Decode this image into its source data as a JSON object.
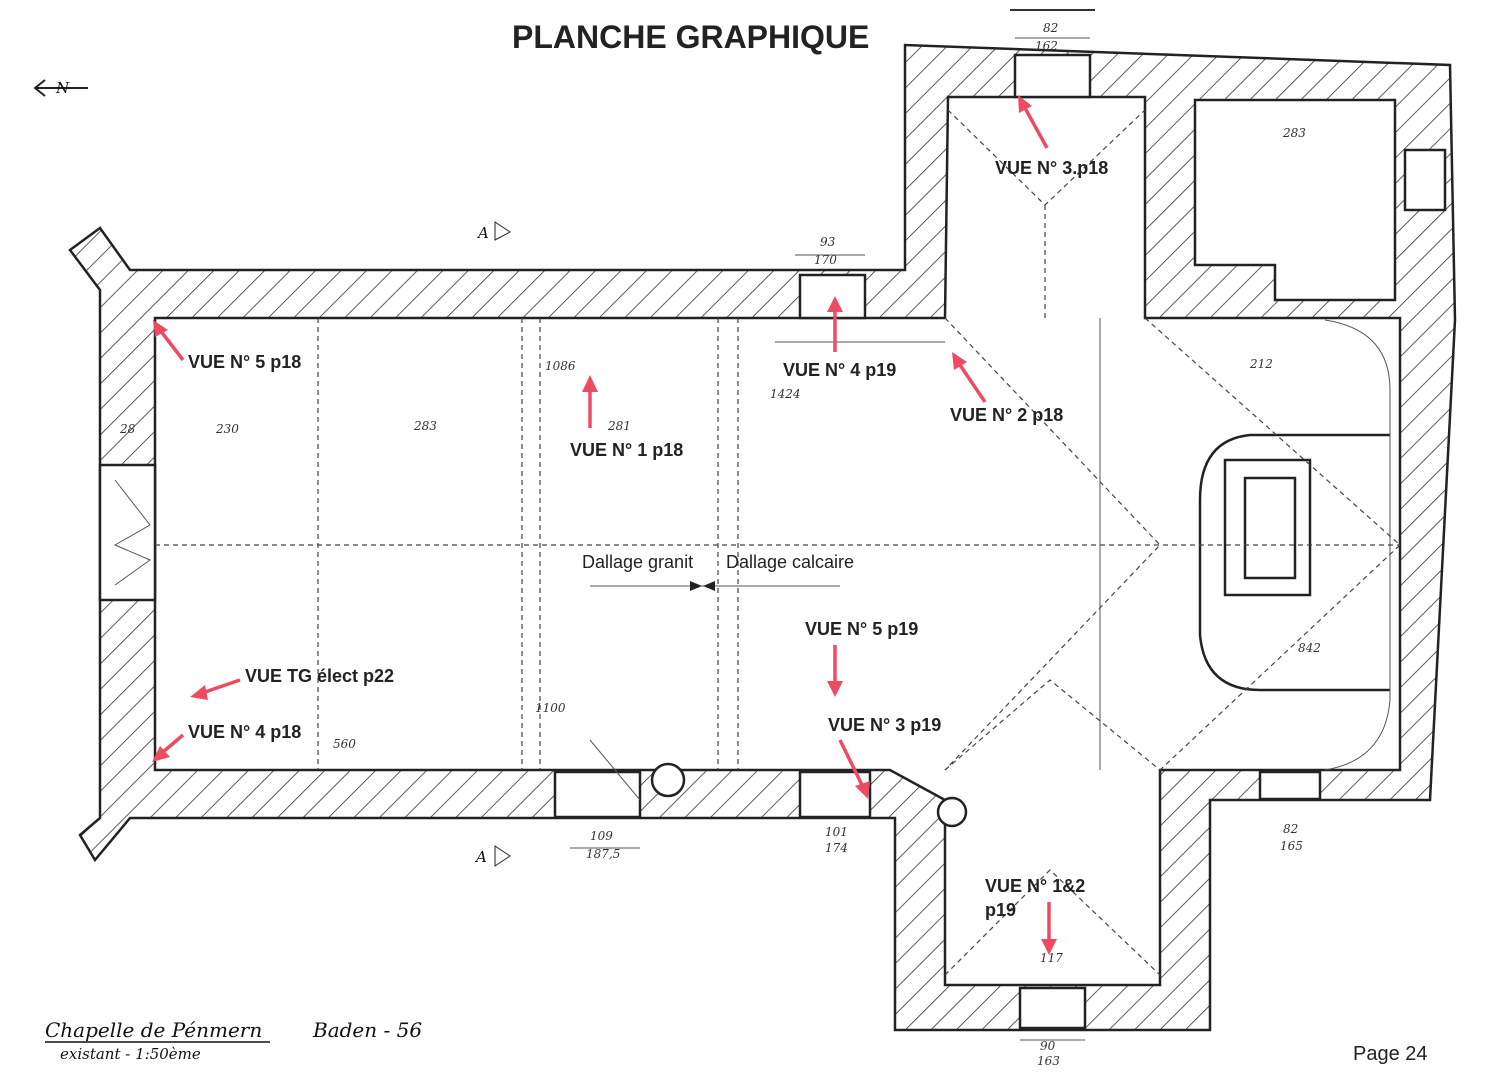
{
  "title": "PLANCHE GRAPHIQUE",
  "views": {
    "v5p18": "VUE N° 5 p18",
    "v1p18": "VUE N° 1 p18",
    "v4p19": "VUE N° 4 p19",
    "v2p18": "VUE N° 2 p18",
    "v3p18": "VUE N° 3.p18",
    "v5p19": "VUE N° 5 p19",
    "v3p19": "VUE N° 3 p19",
    "vtg": "VUE TG élect p22",
    "v4p18": "VUE N° 4 p18",
    "v12_line1": "VUE N° 1&2",
    "v12_line2": "p19"
  },
  "floor": {
    "granit": "Dallage granit",
    "calcaire": "Dallage calcaire"
  },
  "dimensions": {
    "d82_top": "82",
    "d162": "162",
    "d93": "93",
    "d170": "170",
    "d230": "230",
    "d283": "283",
    "d281": "281",
    "d1086": "1086",
    "d1424": "1424",
    "d28": "28",
    "d283b": "283",
    "d212": "212",
    "d842": "842",
    "d101": "101",
    "d174": "174",
    "d109": "109",
    "d187": "187,5",
    "d82_bot": "82",
    "d165": "165",
    "d90": "90",
    "d163": "163",
    "d117": "117",
    "d560": "560",
    "d1100": "1100"
  },
  "section_marks": {
    "top": "A",
    "bottom": "A"
  },
  "north": "N",
  "caption": {
    "name": "Chapelle de Pénmern",
    "place": "Baden - 56",
    "state": "existant - 1:50ème"
  },
  "page": "Page 24",
  "colors": {
    "arrow": "#ee4b63",
    "ink": "#222222"
  }
}
